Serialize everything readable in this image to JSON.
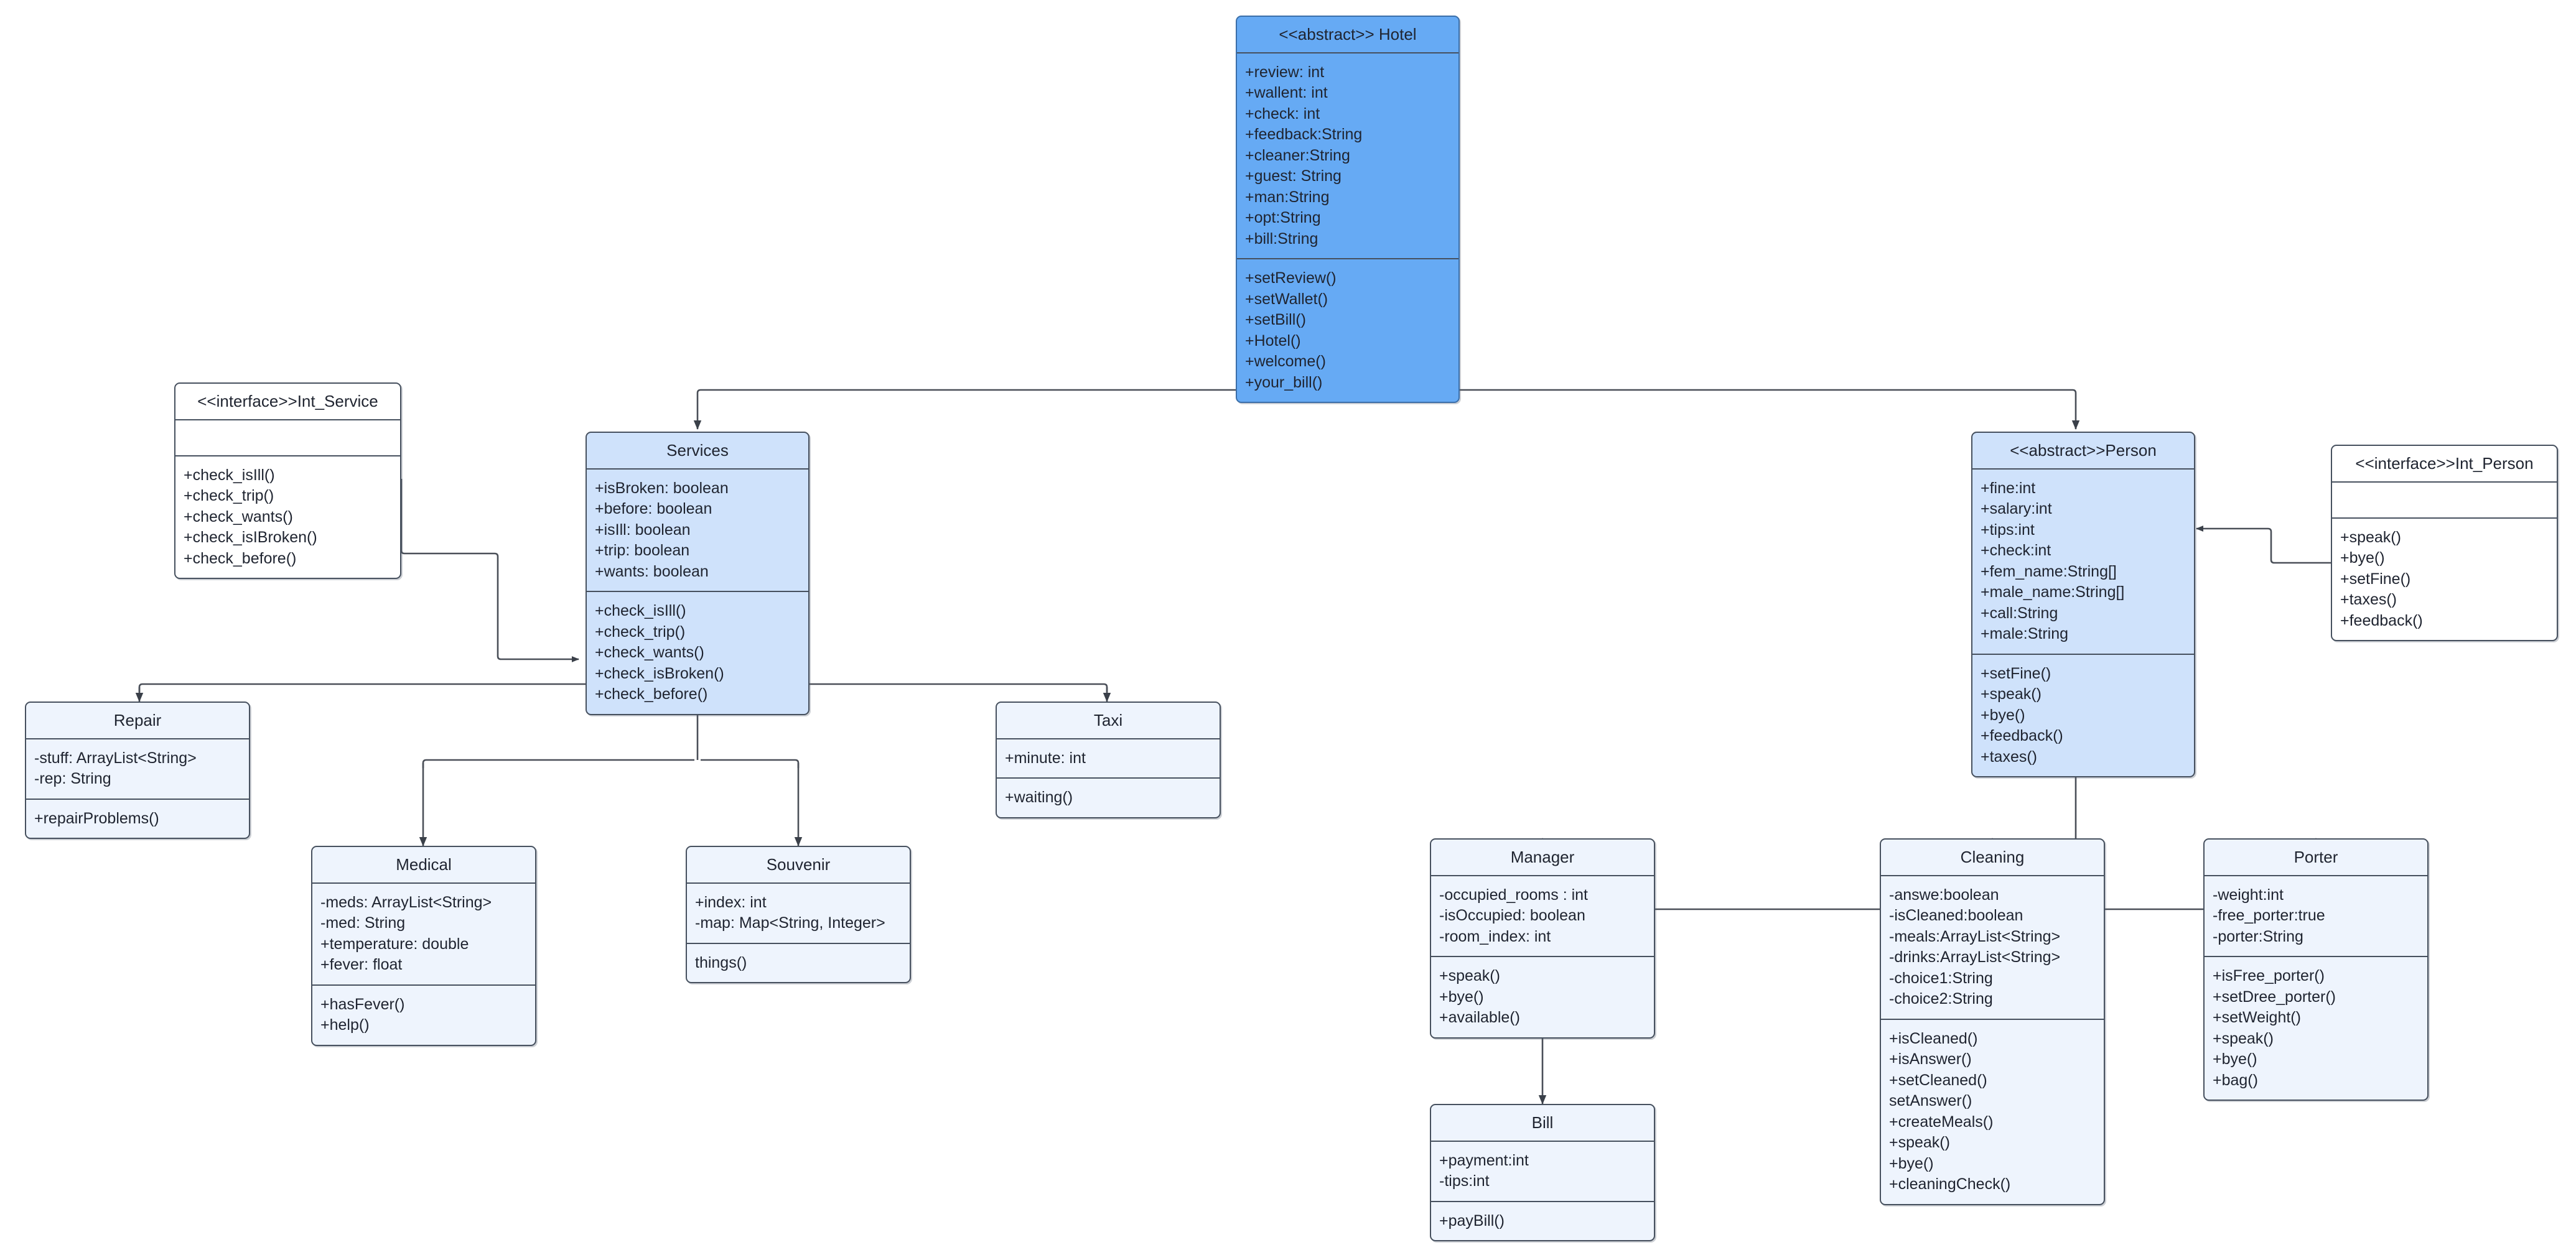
{
  "diagram": {
    "title": "Hotel Management UML Class Diagram",
    "colors": {
      "root_fill": "#66aaf4",
      "mid_fill": "#cfe2fb",
      "leaf_fill": "#eef4fd",
      "interface_fill": "#ffffff",
      "border": "#46505e",
      "connector": "#4a4f58",
      "text": "#1f2430"
    }
  },
  "classes": {
    "hotel": {
      "name": "<<abstract>> Hotel",
      "attributes": [
        "+review: int",
        "+wallent: int",
        "+check: int",
        "+feedback:String",
        "+cleaner:String",
        "+guest: String",
        "+man:String",
        "+opt:String",
        "+bill:String"
      ],
      "methods": [
        "+setReview()",
        "+setWallet()",
        "+setBill()",
        "+Hotel()",
        "+welcome()",
        "+your_bill()"
      ]
    },
    "int_service": {
      "name": "<<interface>>Int_Service",
      "attributes": [],
      "methods": [
        "+check_isIll()",
        "+check_trip()",
        "+check_wants()",
        "+check_isIBroken()",
        "+check_before()"
      ]
    },
    "services": {
      "name": "Services",
      "attributes": [
        "+isBroken: boolean",
        "+before: boolean",
        "+isIll: boolean",
        "+trip: boolean",
        "+wants: boolean"
      ],
      "methods": [
        "+check_isIll()",
        "+check_trip()",
        "+check_wants()",
        "+check_isBroken()",
        "+check_before()"
      ]
    },
    "person": {
      "name": "<<abstract>>Person",
      "attributes": [
        "+fine:int",
        "+salary:int",
        "+tips:int",
        "+check:int",
        "+fem_name:String[]",
        "+male_name:String[]",
        "+call:String",
        "+male:String"
      ],
      "methods": [
        "+setFine()",
        "+speak()",
        "+bye()",
        "+feedback()",
        "+taxes()"
      ]
    },
    "int_person": {
      "name": "<<interface>>Int_Person",
      "attributes": [],
      "methods": [
        "+speak()",
        "+bye()",
        "+setFine()",
        "+taxes()",
        "+feedback()"
      ]
    },
    "repair": {
      "name": "Repair",
      "attributes": [
        "-stuff: ArrayList<String>",
        "-rep: String"
      ],
      "methods": [
        "+repairProblems()"
      ]
    },
    "taxi": {
      "name": "Taxi",
      "attributes": [
        "+minute: int"
      ],
      "methods": [
        "+waiting()"
      ]
    },
    "medical": {
      "name": "Medical",
      "attributes": [
        "-meds: ArrayList<String>",
        "-med: String",
        "+temperature: double",
        "+fever: float"
      ],
      "methods": [
        "+hasFever()",
        "+help()"
      ]
    },
    "souvenir": {
      "name": "Souvenir",
      "attributes": [
        "+index: int",
        "-map: Map<String, Integer>"
      ],
      "methods": [
        "things()"
      ]
    },
    "manager": {
      "name": "Manager",
      "attributes": [
        "-occupied_rooms : int",
        "-isOccupied: boolean",
        "-room_index: int"
      ],
      "methods": [
        "+speak()",
        "+bye()",
        "+available()"
      ]
    },
    "cleaning": {
      "name": "Cleaning",
      "attributes": [
        "-answe:boolean",
        "-isCleaned:boolean",
        "-meals:ArrayList<String>",
        "-drinks:ArrayList<String>",
        "-choice1:String",
        "-choice2:String"
      ],
      "methods": [
        "+isCleaned()",
        "+isAnswer()",
        "+setCleaned()",
        "setAnswer()",
        "+createMeals()",
        "+speak()",
        "+bye()",
        "+cleaningCheck()"
      ]
    },
    "porter": {
      "name": "Porter",
      "attributes": [
        "-weight:int",
        "-free_porter:true",
        "-porter:String"
      ],
      "methods": [
        "+isFree_porter()",
        "+setDree_porter()",
        "+setWeight()",
        "+speak()",
        "+bye()",
        "+bag()"
      ]
    },
    "bill": {
      "name": "Bill",
      "attributes": [
        "+payment:int",
        "-tips:int"
      ],
      "methods": [
        "+payBill()"
      ]
    }
  },
  "relationships": [
    {
      "from": "hotel",
      "to": "services",
      "type": "generalization"
    },
    {
      "from": "hotel",
      "to": "person",
      "type": "generalization"
    },
    {
      "from": "int_service",
      "to": "services",
      "type": "realization"
    },
    {
      "from": "int_person",
      "to": "person",
      "type": "realization"
    },
    {
      "from": "services",
      "to": "repair",
      "type": "generalization"
    },
    {
      "from": "services",
      "to": "taxi",
      "type": "generalization"
    },
    {
      "from": "services",
      "to": "medical",
      "type": "generalization"
    },
    {
      "from": "services",
      "to": "souvenir",
      "type": "generalization"
    },
    {
      "from": "person",
      "to": "manager",
      "type": "generalization"
    },
    {
      "from": "person",
      "to": "cleaning",
      "type": "generalization"
    },
    {
      "from": "person",
      "to": "porter",
      "type": "generalization"
    },
    {
      "from": "manager",
      "to": "bill",
      "type": "association"
    }
  ]
}
